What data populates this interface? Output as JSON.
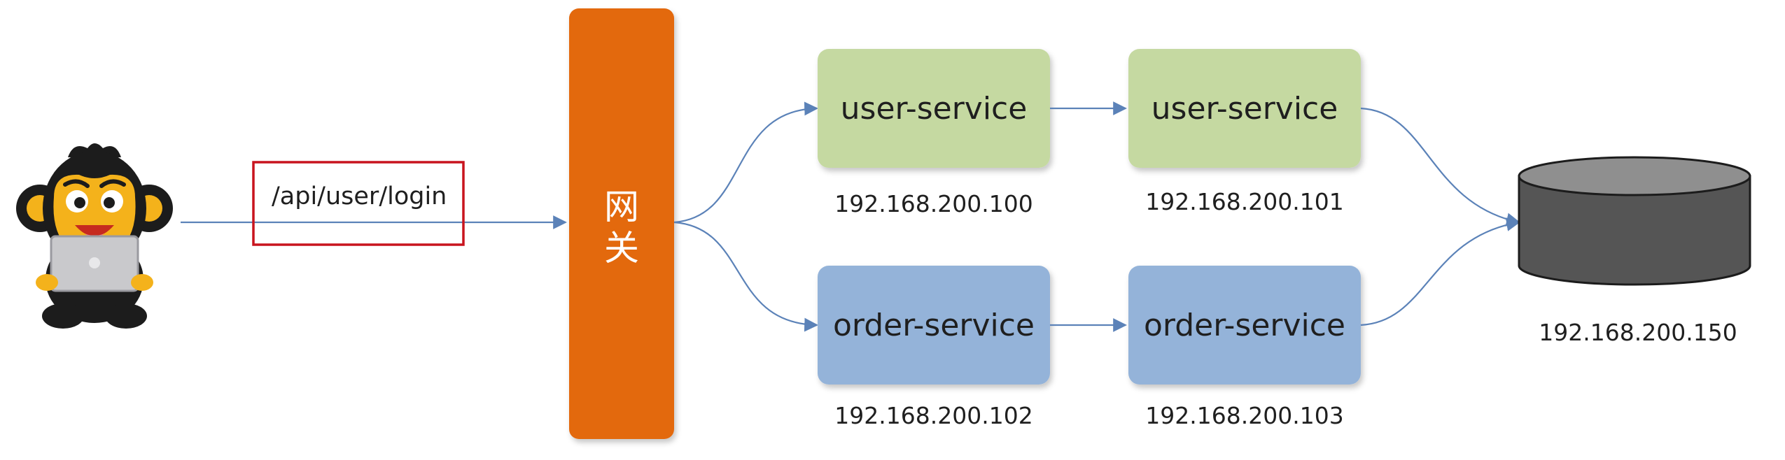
{
  "colors": {
    "gateway": "#e3690f",
    "user_service_fill": "#c5d9a1",
    "order_service_fill": "#94b3d9",
    "database_fill": "#555555",
    "database_top": "#8f8f8f",
    "connector": "#5b82b8",
    "highlight_box": "#c8141e",
    "text": "#1f1f1f"
  },
  "client": {
    "icon": "monkey-with-laptop-icon"
  },
  "request": {
    "path": "/api/user/login"
  },
  "gateway": {
    "label_line1": "网",
    "label_line2": "关"
  },
  "services": {
    "user_a": {
      "label": "user-service",
      "ip": "192.168.200.100"
    },
    "user_b": {
      "label": "user-service",
      "ip": "192.168.200.101"
    },
    "order_a": {
      "label": "order-service",
      "ip": "192.168.200.102"
    },
    "order_b": {
      "label": "order-service",
      "ip": "192.168.200.103"
    }
  },
  "database": {
    "icon": "database-cylinder-icon",
    "ip": "192.168.200.150"
  }
}
